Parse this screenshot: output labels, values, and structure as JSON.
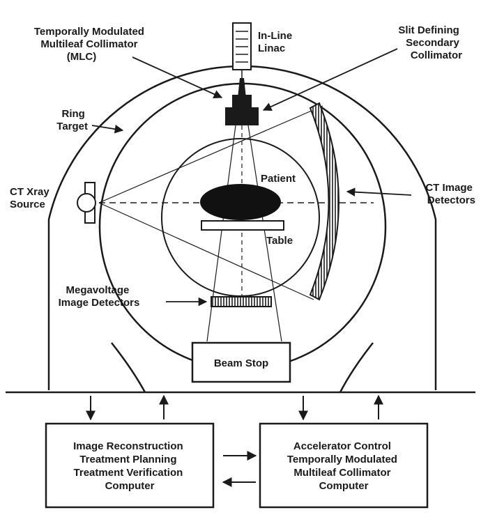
{
  "labels": {
    "mlc": [
      "Temporally Modulated",
      "Multileaf Collimator",
      "(MLC)"
    ],
    "linac": [
      "In-Line",
      "Linac"
    ],
    "slit": [
      "Slit Defining",
      "Secondary",
      "Collimator"
    ],
    "ring_target": [
      "Ring",
      "Target"
    ],
    "ct_source": [
      "CT Xray",
      "Source"
    ],
    "patient": "Patient",
    "table": "Table",
    "ct_detectors": [
      "CT Image",
      "Detectors"
    ],
    "mv_detectors": [
      "Megavoltage",
      "Image Detectors"
    ],
    "beam_stop": "Beam Stop"
  },
  "computers": {
    "left": [
      "Image Reconstruction",
      "Treatment Planning",
      "Treatment Verification",
      "Computer"
    ],
    "right": [
      "Accelerator Control",
      "Temporally Modulated",
      "Multileaf Collimator",
      "Computer"
    ]
  },
  "colors": {
    "ink": "#1a1a1a",
    "background": "#ffffff",
    "patient": "#111111"
  }
}
